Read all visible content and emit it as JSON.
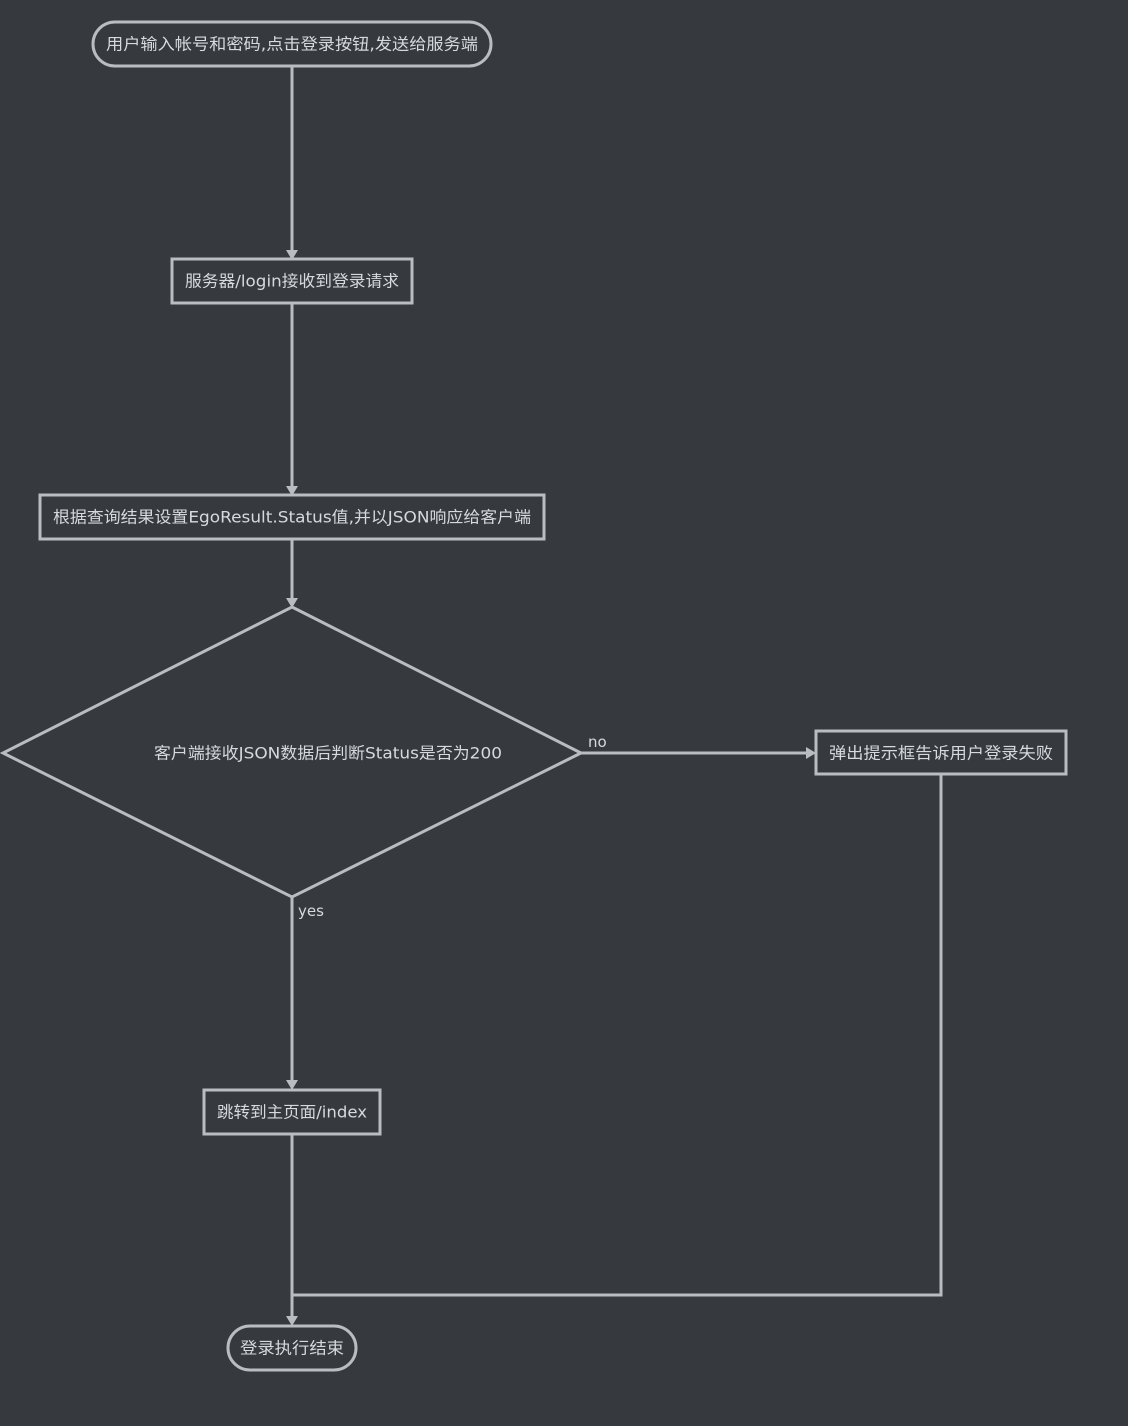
{
  "nodes": {
    "start": "用户输入帐号和密码,点击登录按钮,发送给服务端",
    "receive": "服务器/login接收到登录请求",
    "set_status": "根据查询结果设置EgoResult.Status值,并以JSON响应给客户端",
    "decision": "客户端接收JSON数据后判断Status是否为200",
    "fail_popup": "弹出提示框告诉用户登录失败",
    "redirect": "跳转到主页面/index",
    "end": "登录执行结束"
  },
  "edges": {
    "no": "no",
    "yes": "yes"
  },
  "colors": {
    "background": "#363a3f",
    "stroke": "#b9bdc2",
    "text": "#d6d9dd"
  }
}
